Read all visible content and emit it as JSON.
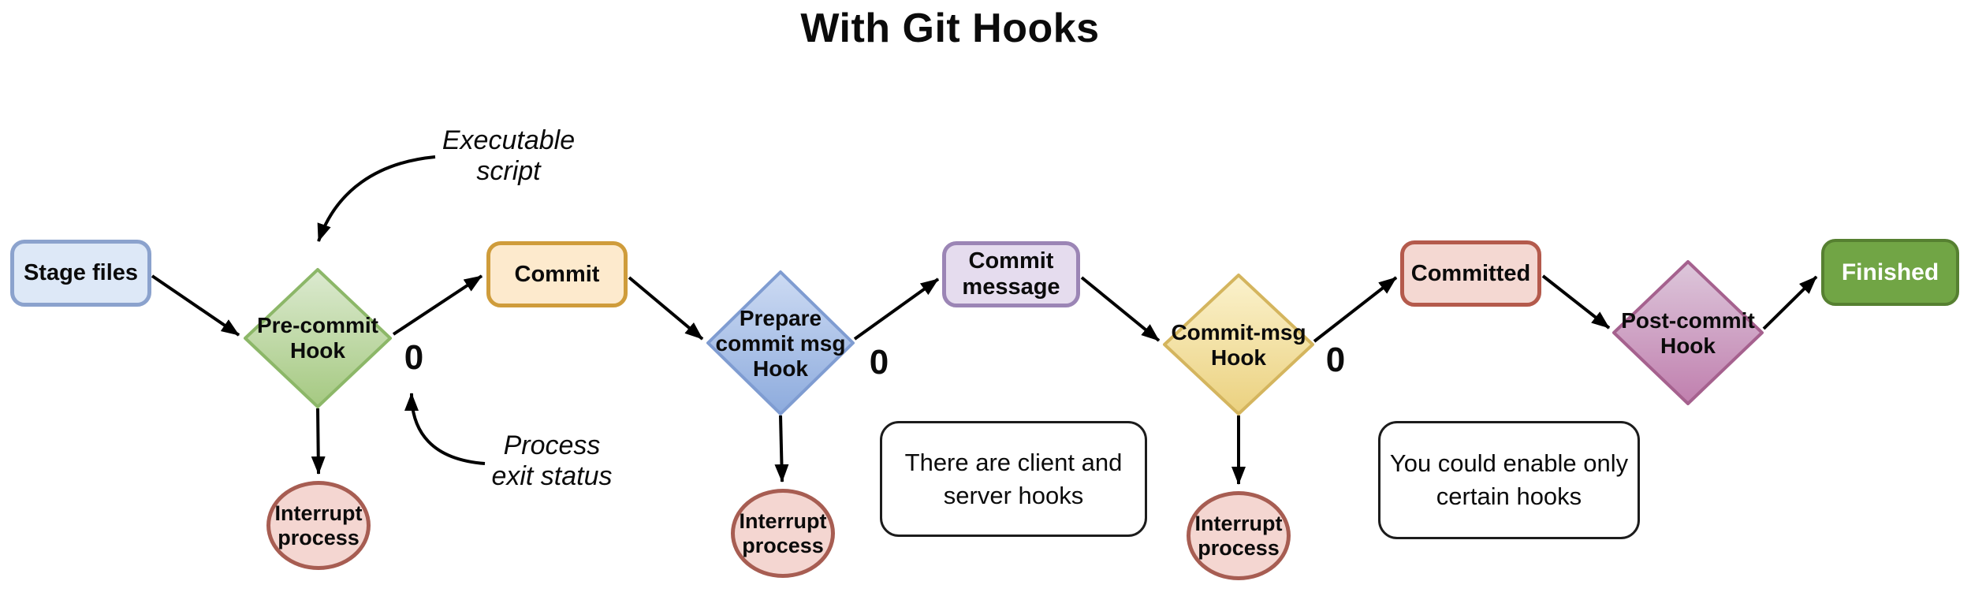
{
  "title": "With Git Hooks",
  "nodes": {
    "stage_files": {
      "label": "Stage files",
      "type": "process"
    },
    "pre_commit_hook": {
      "label": "Pre-commit\nHook",
      "type": "decision",
      "exit_status": "0"
    },
    "commit": {
      "label": "Commit",
      "type": "process"
    },
    "prepare_commit_msg_hook": {
      "label": "Prepare\ncommit msg\nHook",
      "type": "decision",
      "exit_status": "0"
    },
    "commit_message": {
      "label": "Commit\nmessage",
      "type": "process"
    },
    "commit_msg_hook": {
      "label": "Commit-msg\nHook",
      "type": "decision",
      "exit_status": "0"
    },
    "committed": {
      "label": "Committed",
      "type": "process"
    },
    "post_commit_hook": {
      "label": "Post-commit\nHook",
      "type": "decision"
    },
    "finished": {
      "label": "Finished",
      "type": "terminal"
    },
    "interrupt_1": {
      "label": "Interrupt\nprocess",
      "type": "terminal"
    },
    "interrupt_2": {
      "label": "Interrupt\nprocess",
      "type": "terminal"
    },
    "interrupt_3": {
      "label": "Interrupt\nprocess",
      "type": "terminal"
    }
  },
  "annotations": {
    "executable_script": "Executable\nscript",
    "process_exit_status": "Process\nexit status"
  },
  "notes": {
    "client_server_hooks": "There are client and\nserver hooks",
    "enable_certain_hooks": "You could enable only\ncertain hooks"
  },
  "edges": [
    {
      "from": "stage_files",
      "to": "pre_commit_hook"
    },
    {
      "from": "pre_commit_hook",
      "to": "commit",
      "label": "0"
    },
    {
      "from": "pre_commit_hook",
      "to": "interrupt_1"
    },
    {
      "from": "commit",
      "to": "prepare_commit_msg_hook"
    },
    {
      "from": "prepare_commit_msg_hook",
      "to": "commit_message",
      "label": "0"
    },
    {
      "from": "prepare_commit_msg_hook",
      "to": "interrupt_2"
    },
    {
      "from": "commit_message",
      "to": "commit_msg_hook"
    },
    {
      "from": "commit_msg_hook",
      "to": "committed",
      "label": "0"
    },
    {
      "from": "commit_msg_hook",
      "to": "interrupt_3"
    },
    {
      "from": "committed",
      "to": "post_commit_hook"
    },
    {
      "from": "post_commit_hook",
      "to": "finished"
    },
    {
      "from": "annotation_executable_script",
      "to": "pre_commit_hook"
    },
    {
      "from": "annotation_process_exit_status",
      "to": "pre_commit_hook_exit_status"
    }
  ],
  "colors": {
    "background": "#ffffff",
    "ink": "#0b0b0b",
    "stage_fill": "#dde8f7",
    "stage_border": "#8ba2cd",
    "commit_fill": "#fdeacd",
    "commit_border": "#cf9c3b",
    "message_fill": "#e5dcee",
    "message_border": "#9b85b5",
    "committed_fill": "#f4d8d2",
    "committed_border": "#b45a4c",
    "finished_fill": "#71a545",
    "finished_border": "#568031",
    "finished_text": "#ffffff",
    "green_diamond_top": "#dcead0",
    "green_diamond_bottom": "#a5c981",
    "green_diamond_border": "#8cb768",
    "blue_diamond_top": "#cddbf3",
    "blue_diamond_bottom": "#8dabdd",
    "blue_diamond_border": "#7f9cd1",
    "yellow_diamond_top": "#fbf2cd",
    "yellow_diamond_bottom": "#ebd17f",
    "yellow_diamond_border": "#d4b55e",
    "magenta_diamond_top": "#ddc7db",
    "magenta_diamond_bottom": "#c07fae",
    "magenta_diamond_border": "#a5618e",
    "interrupt_fill": "#f4d6d1",
    "interrupt_border": "#a75d52",
    "note_border": "#1c1c1c",
    "arrow": "#000000"
  }
}
